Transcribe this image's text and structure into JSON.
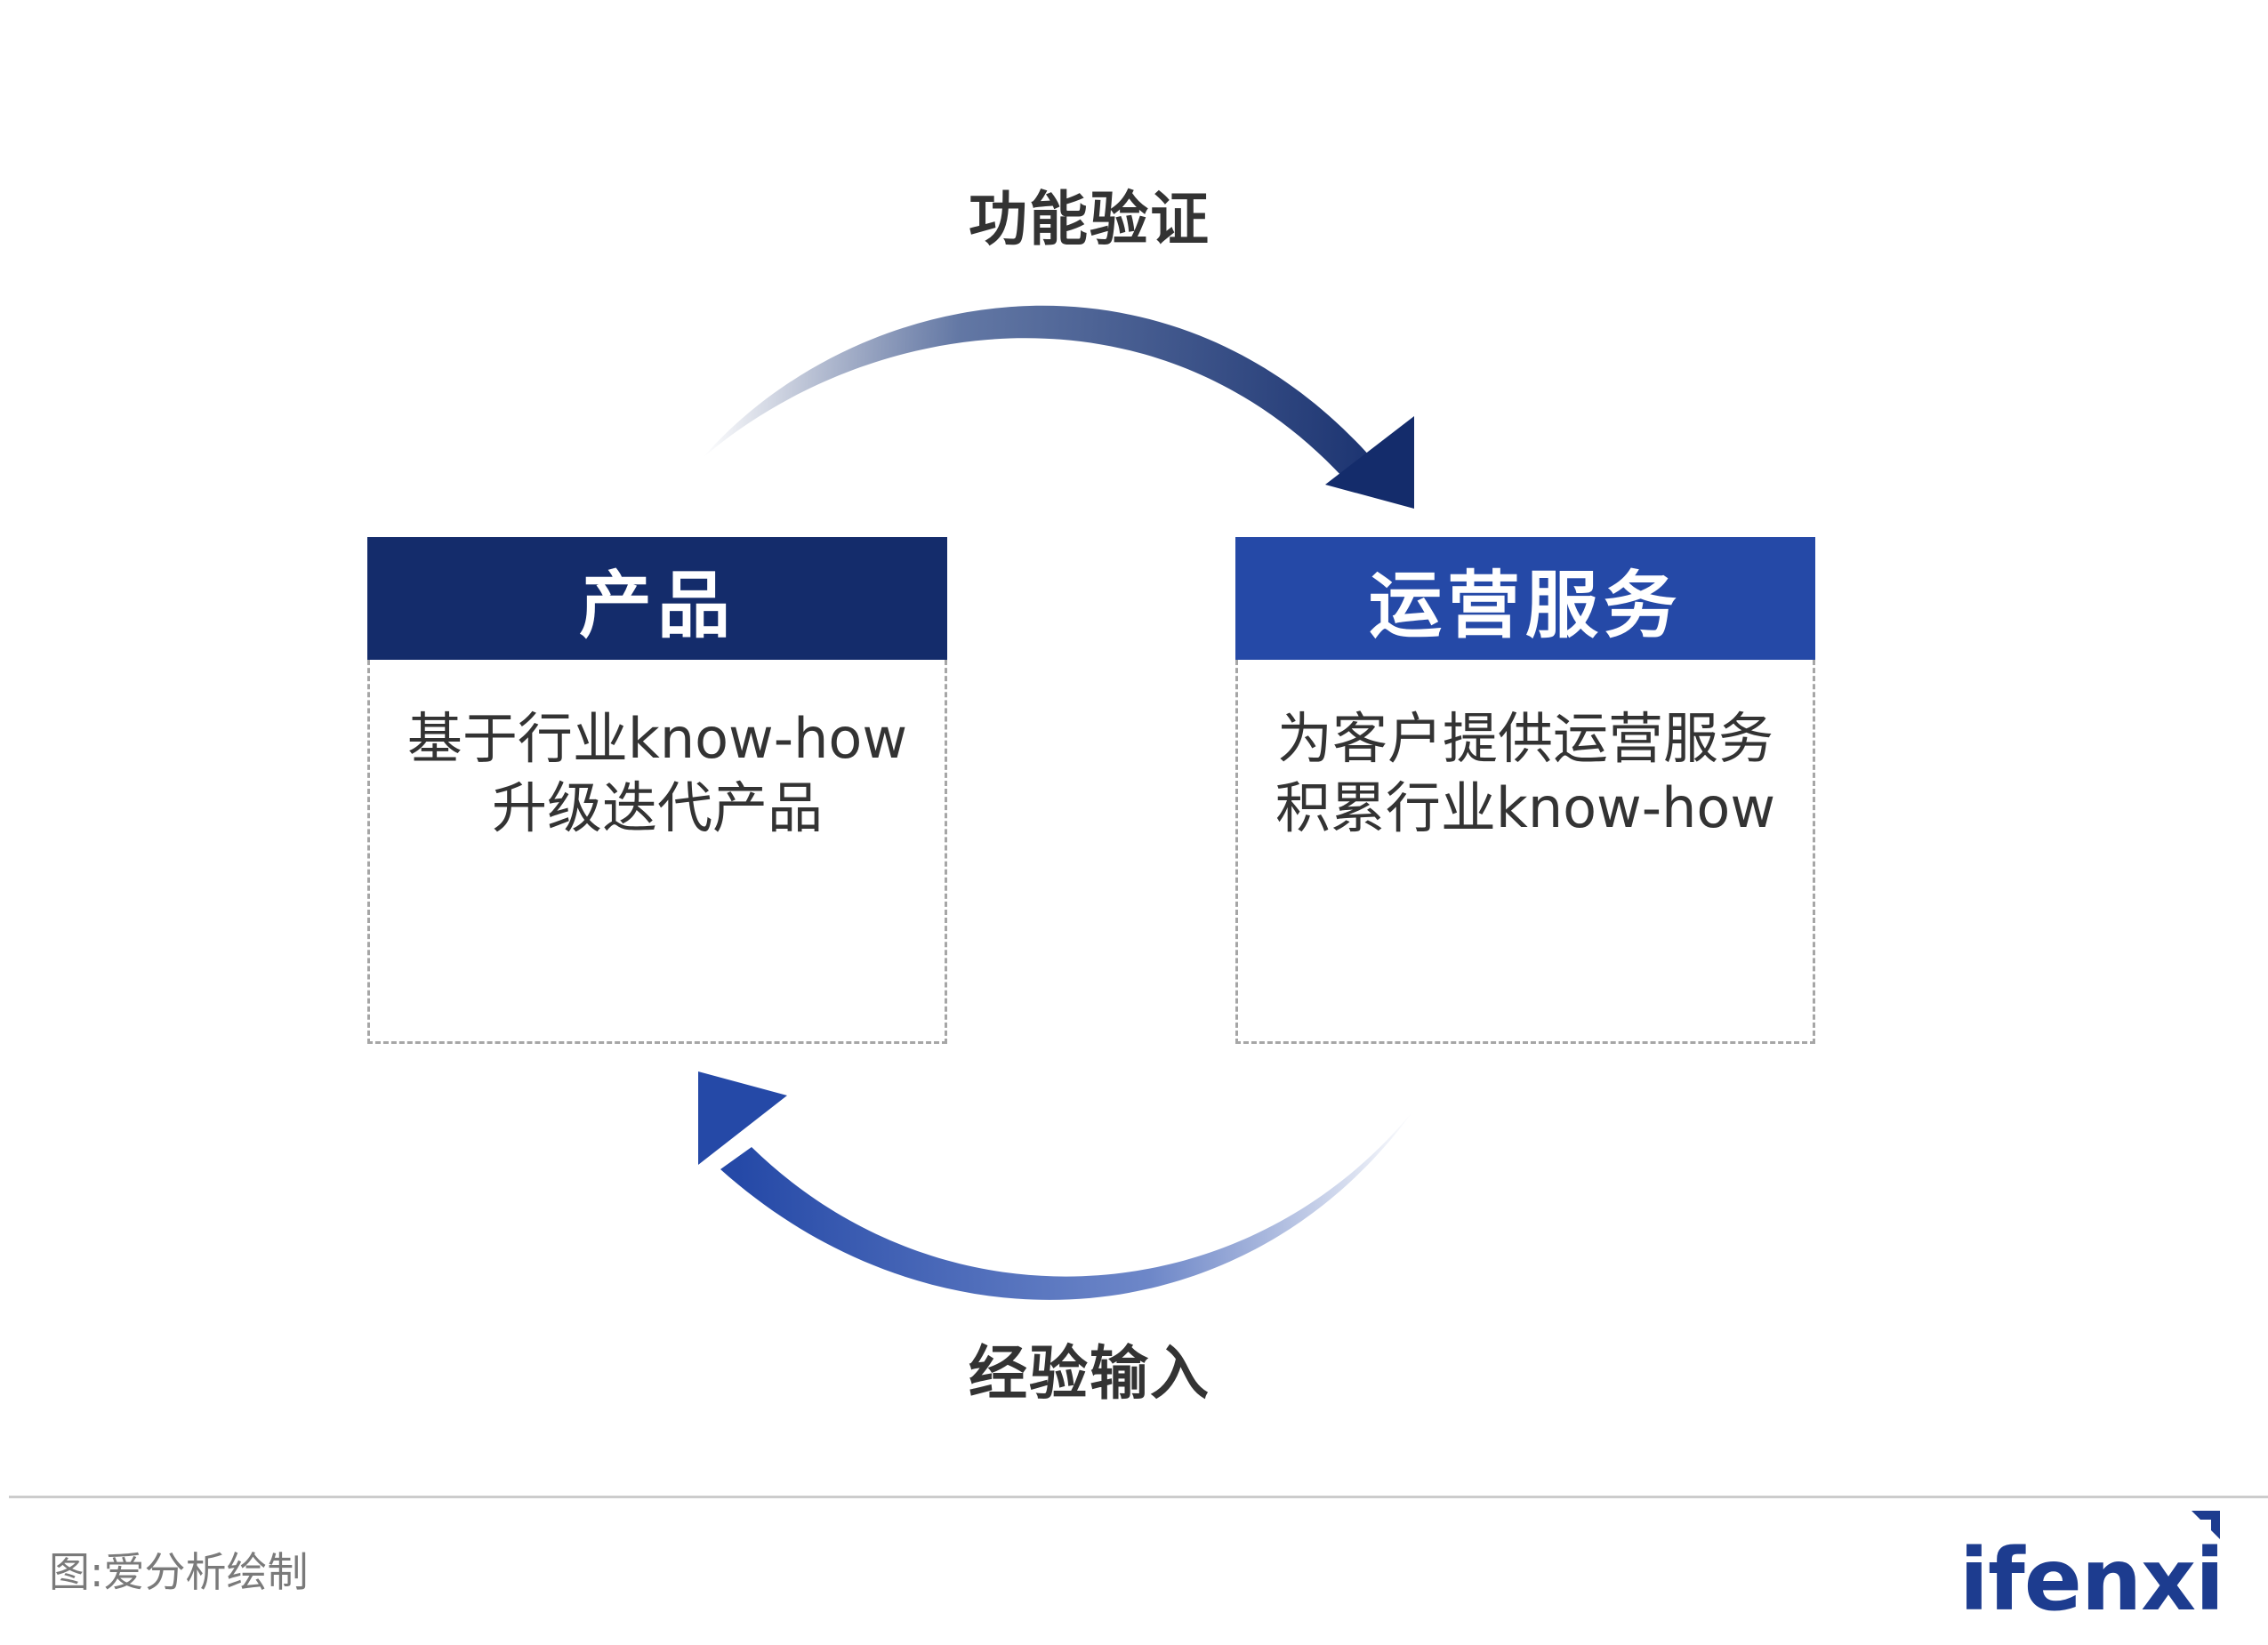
{
  "diagram": {
    "top_arrow_label": "功能验证",
    "bottom_arrow_label": "经验输入",
    "nodes": [
      {
        "title": "产品",
        "body_lines": [
          "基于行业know-how",
          "升级迭代产品"
        ],
        "header_color": "#142c6b"
      },
      {
        "title": "运营服务",
        "body_lines": [
          "为客户提供运营服务",
          "积累行业know-how"
        ],
        "header_color": "#2549a7"
      }
    ]
  },
  "footer": {
    "source": "图:爱分析绘制",
    "brand": "ifenxi"
  },
  "colors": {
    "dark_navy": "#142c6b",
    "royal_blue": "#2549a7",
    "text": "#333333",
    "dashed_border": "#a6a6a6"
  }
}
